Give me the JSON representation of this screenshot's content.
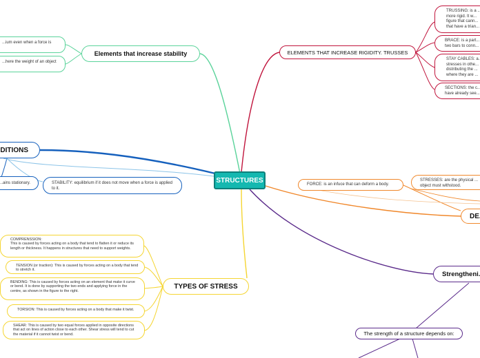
{
  "central": "STRUCTURES",
  "branches": {
    "stability": {
      "title": "Elements that increase stability",
      "children": [
        "...ium even when a force is",
        "...here the weight of an object"
      ]
    },
    "rigidity": {
      "title": "ELEMENTS THAT INCREASE RIGIDITY. TRUSSES",
      "children": [
        "TRUSSING: is a ... more rigid. It w... figure that cann... that have a trian...",
        "BRACE: is a part... two bars to conn...",
        "STAY CABLES: a... stresses in othe... distributing the ... where they are ...",
        "SECTIONS: the c... have already see..."
      ]
    },
    "conditions": {
      "title": "...DITIONS",
      "children": [
        "...ains stationary.",
        "STABILITY: equilibrium if it does not move when a force is applied to it."
      ]
    },
    "definitions": {
      "title": "DE...",
      "children": [
        "FORCE: is an infuce that can deform a body.",
        "STRESSES: are the physical ... object must withstood."
      ]
    },
    "stress": {
      "title": "TYPES OF STRESS",
      "children": [
        "COMPRENSSION:\n This is caused by forces acting on a body that tend to flatten it or reduce its length or thickness. It happens in structures that need to support weights.",
        "TENSION (or traction): This is caused by forces acting on a body that tend to stretch it.",
        "BENDING: This is caused by forces acting on an element that make it curve or bend. It is done by supporting the two ends and applying force in the centre, as shown in the figure to the right.",
        "TORSION: This is caused by forces acting on a body that make it twist.",
        "SHEAR: This is caused by two equal forces applied in opposite directions that act on lines of action close to each other. Shear stress will tend to cut the material if it cannot twist or bend."
      ]
    },
    "strengthening": {
      "title": "Strengtheni...",
      "child": "The strength of a structure depends on:"
    }
  },
  "colors": {
    "central_fill": "#14b8b0",
    "stability": "#5ad39a",
    "rigidity": "#c0143c",
    "conditions": "#1560bd",
    "definitions": "#f0872a",
    "stress": "#f5d531",
    "strengthening": "#5a2a8a"
  }
}
